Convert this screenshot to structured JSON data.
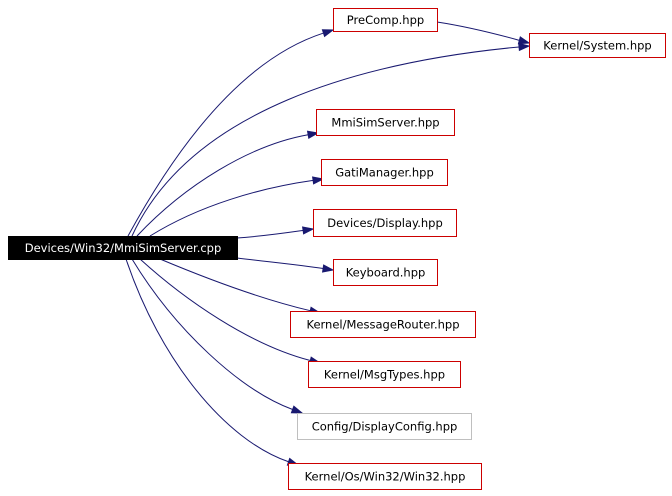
{
  "graph": {
    "colors": {
      "edge": "#191970",
      "node_border": "#cc0000",
      "node_border_external": "#bfbfbf",
      "root_fill": "#000000",
      "root_text": "#ffffff",
      "node_fill": "#ffffff",
      "node_text": "#000000"
    },
    "root": {
      "id": "root",
      "label": "Devices/Win32/MmiSimServer.cpp"
    },
    "nodes": [
      {
        "id": "precomp",
        "label": "PreComp.hpp",
        "style": "normal"
      },
      {
        "id": "system",
        "label": "Kernel/System.hpp",
        "style": "normal"
      },
      {
        "id": "mmisim",
        "label": "MmiSimServer.hpp",
        "style": "normal"
      },
      {
        "id": "gati",
        "label": "GatiManager.hpp",
        "style": "normal"
      },
      {
        "id": "display",
        "label": "Devices/Display.hpp",
        "style": "normal"
      },
      {
        "id": "keyboard",
        "label": "Keyboard.hpp",
        "style": "normal"
      },
      {
        "id": "router",
        "label": "Kernel/MessageRouter.hpp",
        "style": "normal"
      },
      {
        "id": "msgtypes",
        "label": "Kernel/MsgTypes.hpp",
        "style": "normal"
      },
      {
        "id": "dispconfig",
        "label": "Config/DisplayConfig.hpp",
        "style": "external"
      },
      {
        "id": "win32",
        "label": "Kernel/Os/Win32/Win32.hpp",
        "style": "normal"
      }
    ],
    "edges": [
      {
        "from": "root",
        "to": "precomp"
      },
      {
        "from": "precomp",
        "to": "system"
      },
      {
        "from": "root",
        "to": "system"
      },
      {
        "from": "root",
        "to": "mmisim"
      },
      {
        "from": "root",
        "to": "gati"
      },
      {
        "from": "root",
        "to": "display"
      },
      {
        "from": "root",
        "to": "keyboard"
      },
      {
        "from": "root",
        "to": "router"
      },
      {
        "from": "root",
        "to": "msgtypes"
      },
      {
        "from": "root",
        "to": "dispconfig"
      },
      {
        "from": "root",
        "to": "win32"
      }
    ]
  }
}
